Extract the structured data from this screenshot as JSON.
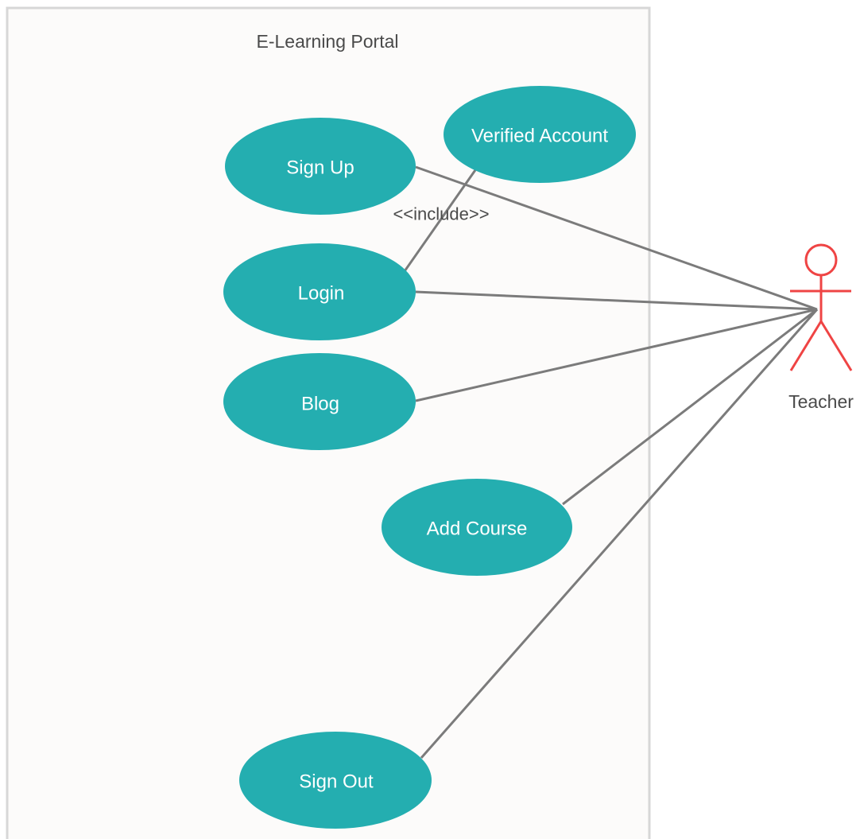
{
  "system": {
    "title": "E-Learning Portal"
  },
  "colors": {
    "usecase_fill": "#24aeb0",
    "actor_stroke": "#ef4444",
    "line": "#7b7b7b",
    "boundary_fill": "#fcfbfa",
    "boundary_stroke": "#d7d7d7"
  },
  "usecases": [
    {
      "id": "sign-up",
      "label": "Sign Up"
    },
    {
      "id": "verified-account",
      "label": "Verified Account"
    },
    {
      "id": "login",
      "label": "Login"
    },
    {
      "id": "blog",
      "label": "Blog"
    },
    {
      "id": "add-course",
      "label": "Add Course"
    },
    {
      "id": "sign-out",
      "label": "Sign Out"
    }
  ],
  "relations": {
    "include_label": "<<include>>"
  },
  "actor": {
    "name": "Teacher",
    "icon": "stick-figure-icon"
  }
}
